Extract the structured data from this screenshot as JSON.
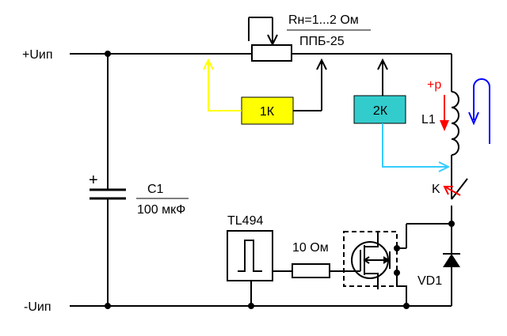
{
  "labels": {
    "vplus": "+Uип",
    "vminus": "-Uип",
    "rload": "Rн=1...2 Ом",
    "pot": "ППБ-25",
    "c1_name": "C1",
    "c1_value": "100 мкФ",
    "c1_plus": "+",
    "k1": "1К",
    "k2": "2К",
    "l1_name": "L1",
    "l1_plus_p": "+p",
    "switch_k": "K",
    "ic": "TL494",
    "resistor": "10 Ом",
    "diode": "VD1"
  },
  "colors": {
    "wire": "#000000",
    "k1_fill": "#ffff00",
    "k2_fill": "#33cccc",
    "probe1": "#ffff00",
    "probe2": "#33ccff",
    "arrow_red": "#ff0000",
    "arrow_blue": "#0000ff"
  }
}
